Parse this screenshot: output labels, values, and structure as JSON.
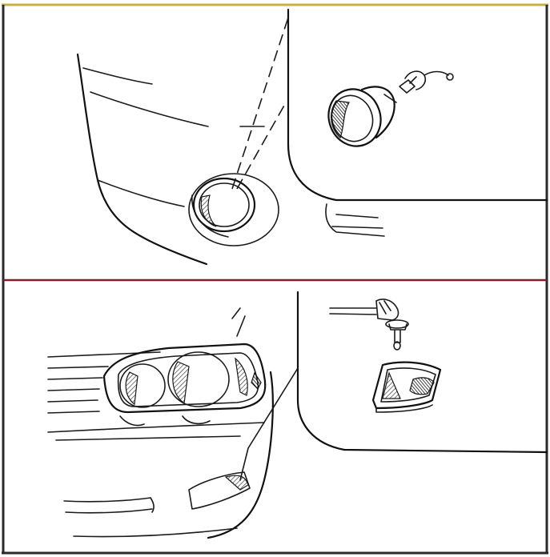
{
  "figure": {
    "panels": [
      {
        "id": "fog-lamp-bulb-replacement",
        "parts": [
          "bumper",
          "fog-lamp",
          "fog-lamp-housing",
          "fog-lamp-bulb"
        ]
      },
      {
        "id": "corner-lamp-bulb-replacement",
        "parts": [
          "headlamp-assembly",
          "corner-lamp-housing",
          "corner-lamp-bulb",
          "bulb-socket"
        ]
      }
    ],
    "colors": {
      "frame_top": "#c8b040",
      "frame_divider": "#7a2030",
      "line": "#1a1a1a",
      "background": "#ffffff"
    }
  }
}
